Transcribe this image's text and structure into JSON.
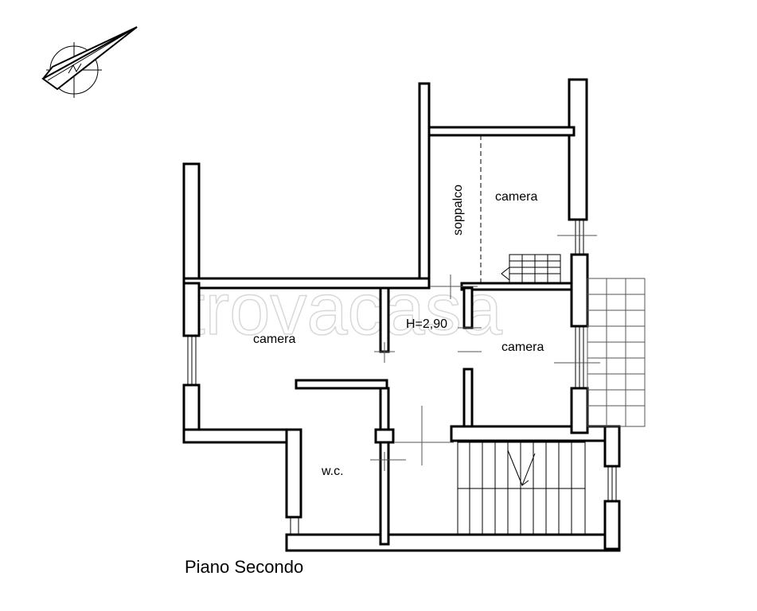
{
  "plan": {
    "title": "Piano Secondo",
    "watermark": "trovacasa",
    "north_icon": "north-arrow-icon",
    "rooms": {
      "camera_left": "camera",
      "camera_top": "camera",
      "camera_right": "camera",
      "soppalco": "soppalco",
      "hallway_height": "H=2,90",
      "wc": "w.c."
    }
  }
}
